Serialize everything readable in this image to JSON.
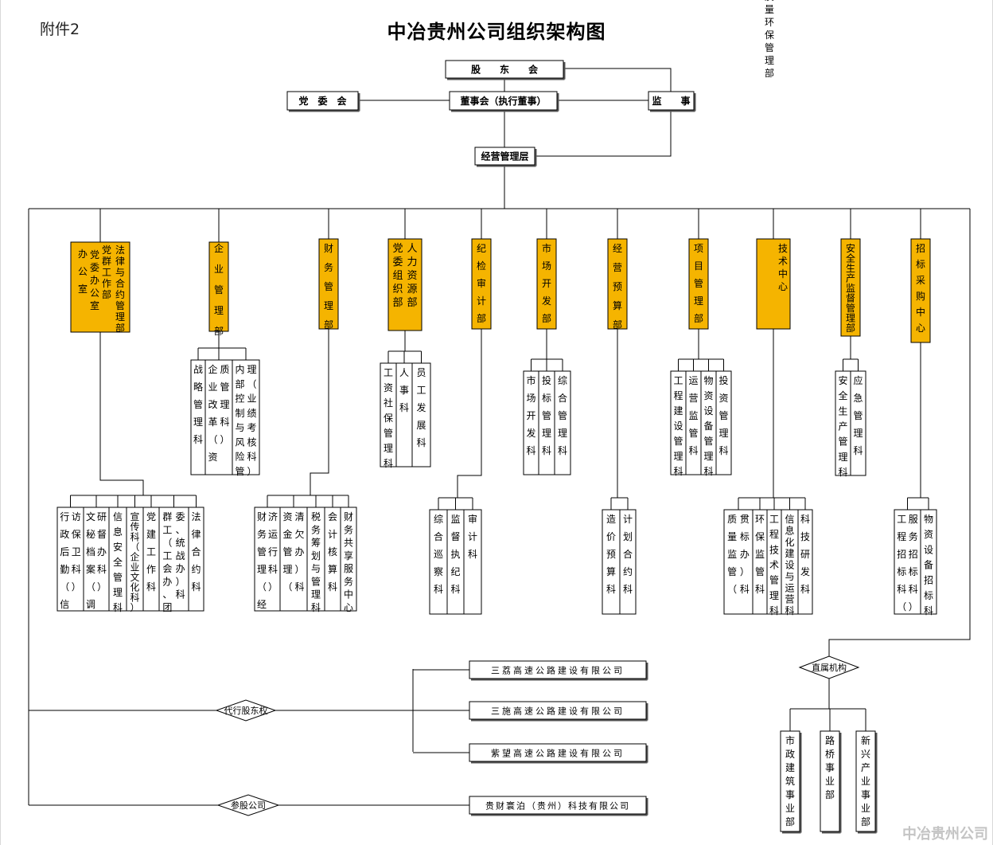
{
  "attachment_label": "附件2",
  "title": "中冶贵州公司组织架构图",
  "watermark": "中冶贵州公司",
  "top": {
    "shareholders": "股　　东　　会",
    "board": "董事会（执行董事）",
    "party_committee": "党　委　会",
    "supervisor": "监　　事",
    "management": "经营管理层"
  },
  "departments": [
    {
      "cols": [
        "法律与合约管理部",
        "党群工作部",
        "党委办公室",
        "办公室"
      ]
    },
    {
      "cols": [
        "企业管理部"
      ]
    },
    {
      "cols": [
        "财务管理部"
      ]
    },
    {
      "cols": [
        "人力资源部",
        "党委组织部"
      ]
    },
    {
      "cols": [
        "纪检审计部"
      ]
    },
    {
      "cols": [
        "市场开发部"
      ]
    },
    {
      "cols": [
        "经营预算部"
      ]
    },
    {
      "cols": [
        "项目管理部"
      ]
    },
    {
      "cols": [
        "技术中心",
        "质量环保管理部"
      ]
    },
    {
      "cols": [
        "安全生产监督管理部"
      ]
    },
    {
      "cols": [
        "招标采购中心"
      ]
    }
  ],
  "sections": [
    {
      "id": "s0",
      "cols": [
        "行政后勤（信访保卫科）",
        "文秘档案（调研督办科）",
        "信息安全管理科",
        "宣传科（企业文化科）",
        "党建工作科",
        "群工（工会办、团委、统战办）科",
        "法律合约科"
      ]
    },
    {
      "id": "s1",
      "cols": [
        "战略管理科",
        "企业改革（资质管理科）",
        "内部控制与风险管理（业绩考核科）"
      ]
    },
    {
      "id": "s2",
      "cols": [
        "财务管理（经济运行科）",
        "资金管理（清欠办）科",
        "税务筹划与管理科",
        "会计核算科",
        "财务共享服务中心"
      ]
    },
    {
      "id": "s3",
      "cols": [
        "工资社保管理科",
        "人事科",
        "员工发展科"
      ]
    },
    {
      "id": "s4",
      "cols": [
        "综合巡察科",
        "监督执纪科",
        "审计科"
      ]
    },
    {
      "id": "s5",
      "cols": [
        "市场开发科",
        "投标管理科",
        "综合管理科"
      ]
    },
    {
      "id": "s6",
      "cols": [
        "造价预算科",
        "计划合约科"
      ]
    },
    {
      "id": "s7",
      "cols": [
        "工程建设管理科",
        "运营监管科",
        "物资设备管理科",
        "投资管理科"
      ]
    },
    {
      "id": "s8",
      "cols": [
        "质量监管（贯标办）科",
        "环保监管科",
        "工程技术管理科",
        "信息化建设与运营科",
        "科技研发科"
      ]
    },
    {
      "id": "s9",
      "cols": [
        "安全生产管理科",
        "应急管理科"
      ]
    },
    {
      "id": "s10",
      "cols": [
        "工程招标科（服务招标科）",
        "物资设备招标科"
      ]
    }
  ],
  "proxy": {
    "label": "代行股东权",
    "companies": [
      "三荔高速公路建设有限公司",
      "三施高速公路建设有限公司",
      "紫望高速公路建设有限公司"
    ]
  },
  "equity": {
    "label": "参股公司",
    "companies": [
      "贵财寰泊（贵州）科技有限公司"
    ]
  },
  "direct": {
    "label": "直属机构",
    "units": [
      "市政建筑事业部",
      "路桥事业部",
      "新兴产业事业部"
    ]
  },
  "colors": {
    "dept_fill": "#f5b400",
    "line": "#000000",
    "box_fill": "#ffffff",
    "watermark": "#c4c4c4"
  }
}
